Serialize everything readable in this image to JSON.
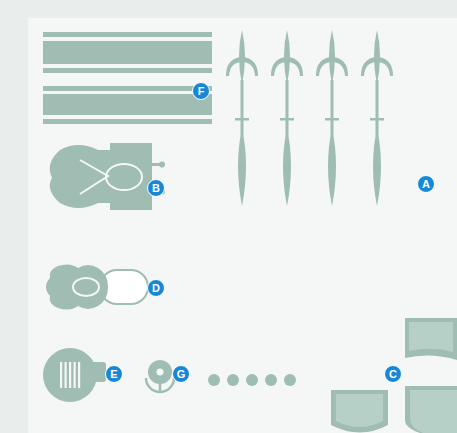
{
  "diagram": {
    "labels": [
      "F",
      "B",
      "A",
      "D",
      "E",
      "G",
      "C"
    ]
  }
}
